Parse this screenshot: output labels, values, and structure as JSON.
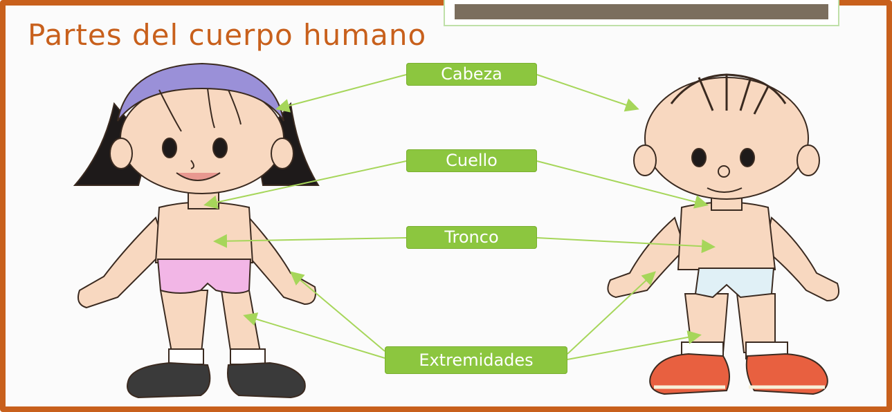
{
  "title": "Partes del cuerpo humano",
  "labels": {
    "head": "Cabeza",
    "neck": "Cuello",
    "trunk": "Tronco",
    "limbs": "Extremidades"
  },
  "colors": {
    "frame": "#c8601c",
    "label_bg": "#8cc63f",
    "arrow": "#a6d65a"
  },
  "figures": [
    "girl-figure",
    "boy-figure"
  ]
}
